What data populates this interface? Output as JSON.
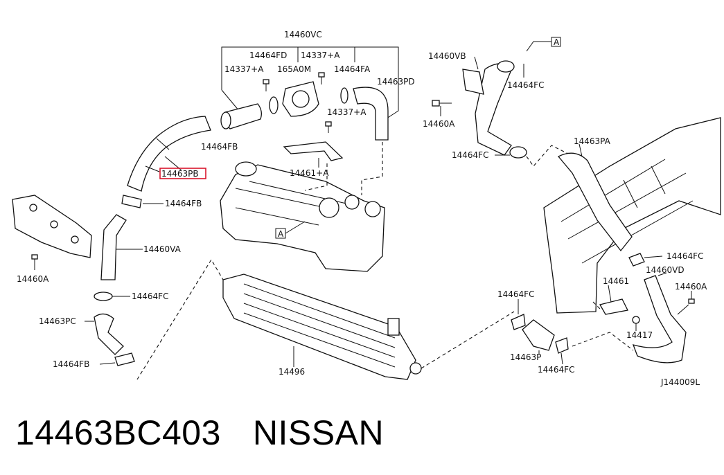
{
  "diagram": {
    "ref_code": "J144009L",
    "labels": {
      "l_14460VC": "14460VC",
      "l_14464FD": "14464FD",
      "l_14337A_1": "14337+A",
      "l_14337A_2": "14337+A",
      "l_165A0M": "165A0M",
      "l_14464FA": "14464FA",
      "l_14463PD": "14463PD",
      "l_14337A_3": "14337+A",
      "l_14464FB_1": "14464FB",
      "l_14463PB": "14463PB",
      "l_14461A": "14461+A",
      "l_A_1": "A",
      "l_14464FB_2": "14464FB",
      "l_14460VA": "14460VA",
      "l_14460A_1": "14460A",
      "l_14464FC_1": "14464FC",
      "l_14463PC": "14463PC",
      "l_14464FB_3": "14464FB",
      "l_14496": "14496",
      "l_14460VB": "14460VB",
      "l_A_2": "A",
      "l_14464FC_2": "14464FC",
      "l_14460A_2": "14460A",
      "l_14464FC_3": "14464FC",
      "l_14463PA": "14463PA",
      "l_14464FC_4": "14464FC",
      "l_14460VD": "14460VD",
      "l_14461": "14461",
      "l_14460A_3": "14460A",
      "l_14464FC_5": "14464FC",
      "l_14417": "14417",
      "l_14463P": "14463P",
      "l_14464FC_6": "14464FC"
    },
    "highlight_color": "#d9142b"
  },
  "footer": {
    "part_number": "14463BC403",
    "brand": "NISSAN"
  }
}
